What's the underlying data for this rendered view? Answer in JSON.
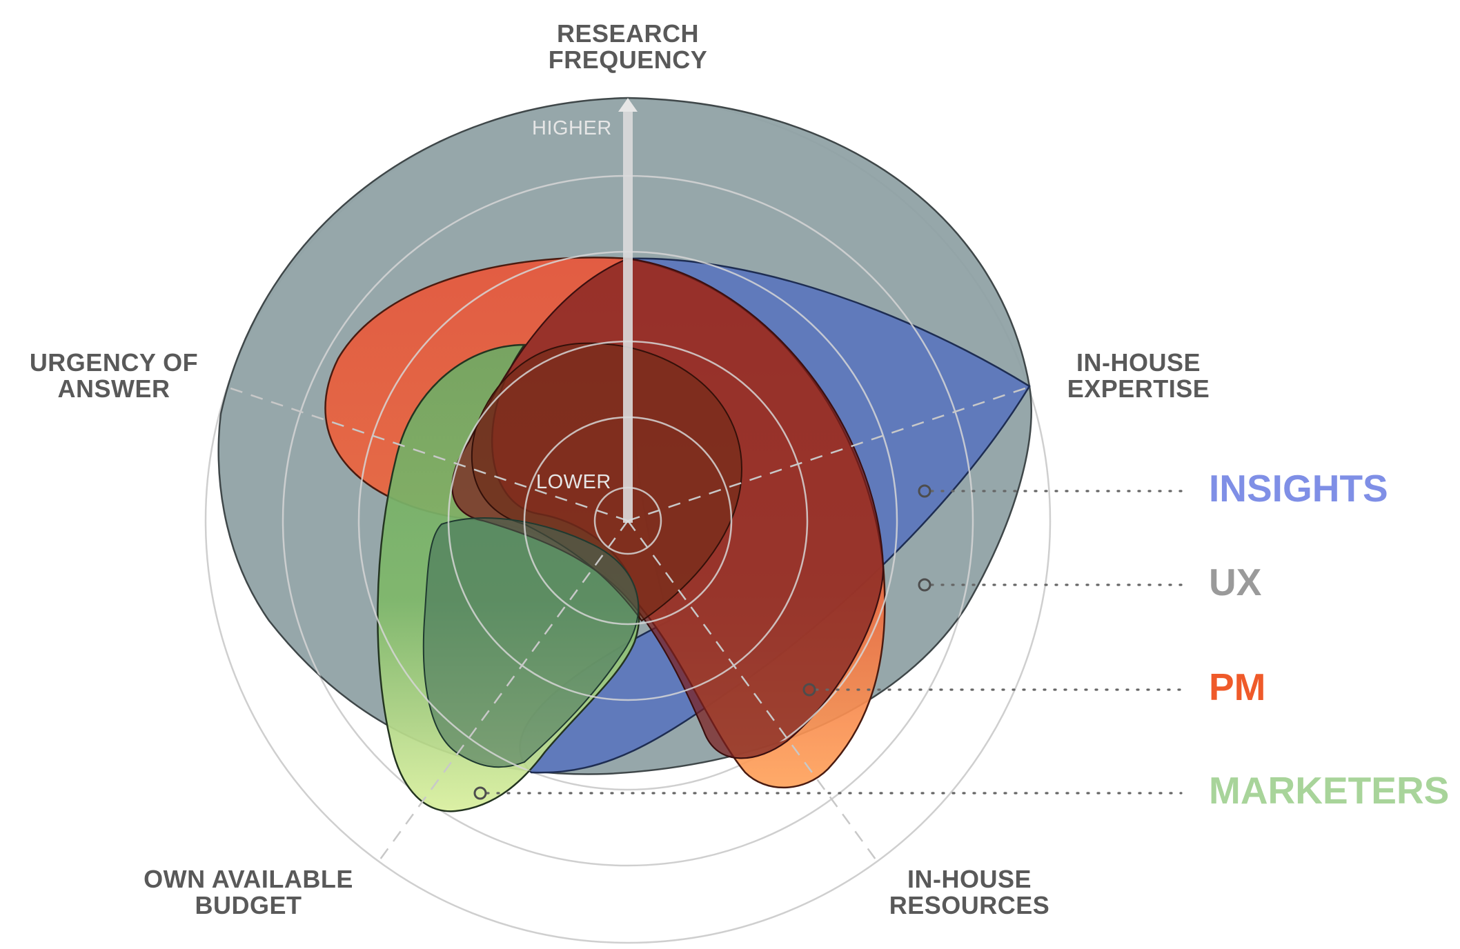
{
  "axes": {
    "top": [
      "RESEARCH",
      "FREQUENCY"
    ],
    "right": [
      "IN-HOUSE",
      "EXPERTISE"
    ],
    "bottom_right": [
      "IN-HOUSE",
      "RESOURCES"
    ],
    "bottom_left": [
      "OWN AVAILABLE",
      "BUDGET"
    ],
    "left": [
      "URGENCY OF",
      "ANSWER"
    ]
  },
  "scale": {
    "high": "HIGHER",
    "low": "LOWER"
  },
  "legend": [
    {
      "label": "INSIGHTS",
      "color": "#7f8fe6"
    },
    {
      "label": "UX",
      "color": "#9a9a9a"
    },
    {
      "label": "PM",
      "color": "#ef5a2a"
    },
    {
      "label": "MARKETERS",
      "color": "#a8d49a"
    }
  ],
  "colors": {
    "ux_fill": "#8fa2a5",
    "insights_fill": "#5a76bd",
    "pm_fill_top": "#e8563a",
    "pm_fill_bottom": "#ffa35c",
    "marketers_fill_top": "#6fa964",
    "marketers_fill_bottom": "#d6ee9c",
    "core_fill": "#7a1414",
    "ring_stroke": "#d9d9d9",
    "axis_stroke": "#c7c7c7"
  }
}
